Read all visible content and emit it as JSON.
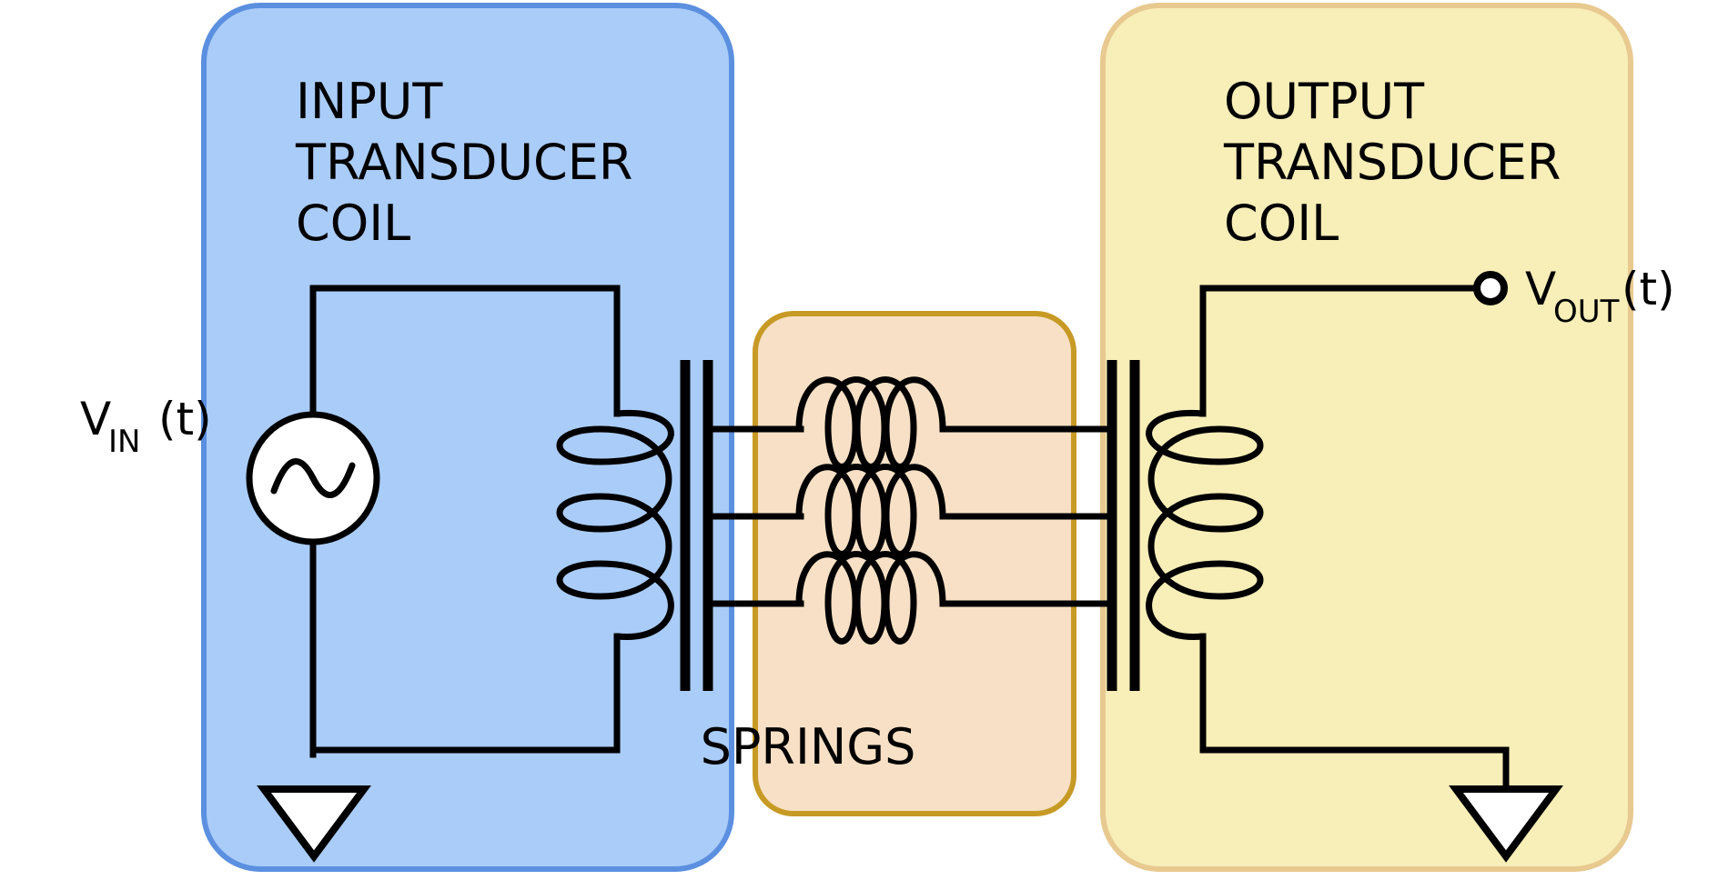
{
  "diagram": {
    "title": "Electromechanical transducer with spring coupling",
    "background": "#ffffff"
  },
  "blocks": [
    {
      "id": "input-block",
      "label_lines": [
        "INPUT",
        "TRANSDUCER",
        "COIL"
      ],
      "fill": "#aaccf8",
      "stroke": "#5b8fe0"
    },
    {
      "id": "springs-block",
      "label_lines": [
        "SPRINGS"
      ],
      "fill": "#f7e0c5",
      "stroke": "#c79a26"
    },
    {
      "id": "output-block",
      "label_lines": [
        "OUTPUT",
        "TRANSDUCER",
        "COIL"
      ],
      "fill": "#f7eeb8",
      "stroke": "#e8c98f"
    }
  ],
  "labels": {
    "input_l1": "INPUT",
    "input_l2": "TRANSDUCER",
    "input_l3": "COIL",
    "output_l1": "OUTPUT",
    "output_l2": "TRANSDUCER",
    "output_l3": "COIL",
    "springs": "SPRINGS",
    "v_in_base": "V",
    "v_in_sub": "IN",
    "v_in_arg": "(t)",
    "v_out_base": "V",
    "v_out_sub": "OUT",
    "v_out_arg": "(t)"
  },
  "components": {
    "source": {
      "name": "ac-voltage-source",
      "symbol": "sine-wave"
    },
    "ground_left": {
      "name": "ground-symbol-input"
    },
    "ground_right": {
      "name": "ground-symbol-output"
    },
    "terminal_out": {
      "name": "output-terminal-node"
    },
    "input_coil": {
      "turns": 3,
      "orientation": "vertical"
    },
    "output_coil": {
      "turns": 3,
      "orientation": "vertical"
    },
    "plates_left": {
      "count": 2,
      "orientation": "vertical"
    },
    "plates_right": {
      "count": 2,
      "orientation": "vertical"
    },
    "springs": {
      "count": 3,
      "turns_each": 4,
      "orientation": "horizontal"
    }
  },
  "colors": {
    "wire": "#000000",
    "input_fill": "#aaccf8",
    "input_stroke": "#5b8fe0",
    "spring_fill": "#f7e0c5",
    "spring_stroke": "#c79a26",
    "output_fill": "#f7eeb8",
    "output_stroke": "#e8c98f",
    "white": "#ffffff"
  }
}
